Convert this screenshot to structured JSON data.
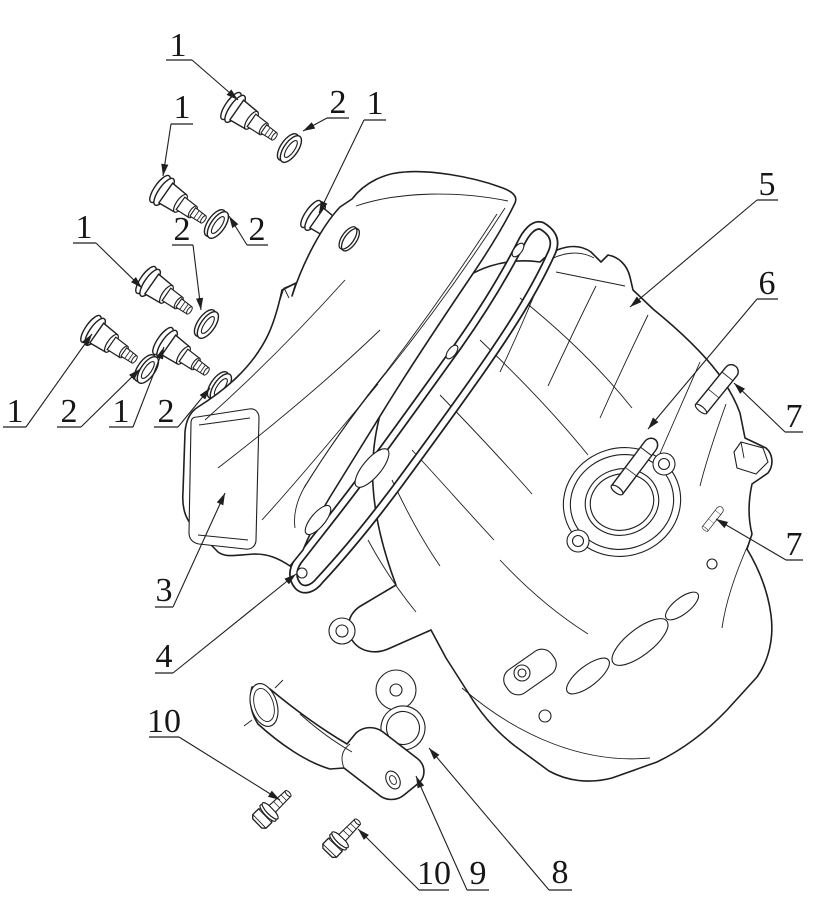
{
  "figure": {
    "kind": "exploded-parts-diagram",
    "background": "#ffffff",
    "line_color": "#1f1f1f"
  },
  "callouts": [
    {
      "label": "1"
    },
    {
      "label": "2"
    },
    {
      "label": "1"
    },
    {
      "label": "1"
    },
    {
      "label": "1"
    },
    {
      "label": "2"
    },
    {
      "label": "2"
    },
    {
      "label": "1"
    },
    {
      "label": "2"
    },
    {
      "label": "1"
    },
    {
      "label": "2"
    },
    {
      "label": "3"
    },
    {
      "label": "4"
    },
    {
      "label": "5"
    },
    {
      "label": "6"
    },
    {
      "label": "7"
    },
    {
      "label": "7"
    },
    {
      "label": "10"
    },
    {
      "label": "10"
    },
    {
      "label": "9"
    },
    {
      "label": "8"
    }
  ]
}
